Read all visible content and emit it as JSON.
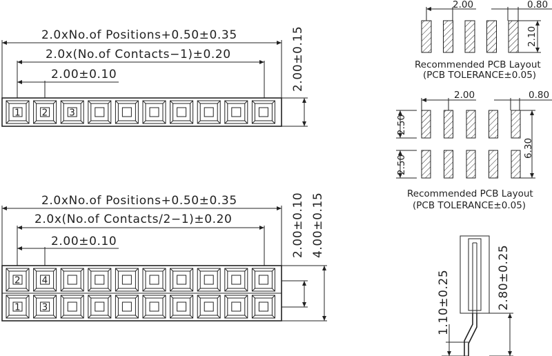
{
  "single_row": {
    "overall_dim": "2.0xNo.of Positions+0.50±0.35",
    "contacts_dim": "2.0x(No.of Contacts−1)±0.20",
    "pitch_dim": "2.00±0.10",
    "height_dim": "2.00±0.15",
    "pin_numbers": [
      "1",
      "2",
      "3"
    ]
  },
  "double_row": {
    "overall_dim": "2.0xNo.of Positions+0.50±0.35",
    "contacts_dim": "2.0x(No.of Contacts/2−1)±0.20",
    "pitch_dim": "2.00±0.10",
    "row_pitch_dim": "2.00±0.10",
    "height_dim": "4.00±0.15",
    "top_pin_numbers": [
      "2",
      "4"
    ],
    "bottom_pin_numbers": [
      "1",
      "3"
    ]
  },
  "pcb_single": {
    "pitch": "2.00",
    "pad_width": "0.80",
    "pad_length": "2.10",
    "caption": "Recommended PCB Layout",
    "tolerance": "(PCB TOLERANCE±0.05)"
  },
  "pcb_double": {
    "pitch": "2.00",
    "pad_width": "0.80",
    "pad_length_top": "2.50",
    "pad_length_bottom": "2.50",
    "row_span": "6.30",
    "caption": "Recommended PCB Layout",
    "tolerance": "(PCB TOLERANCE±0.05)"
  },
  "side_view": {
    "tail_dim": "1.10±0.25",
    "body_dim": "2.80±0.25"
  }
}
